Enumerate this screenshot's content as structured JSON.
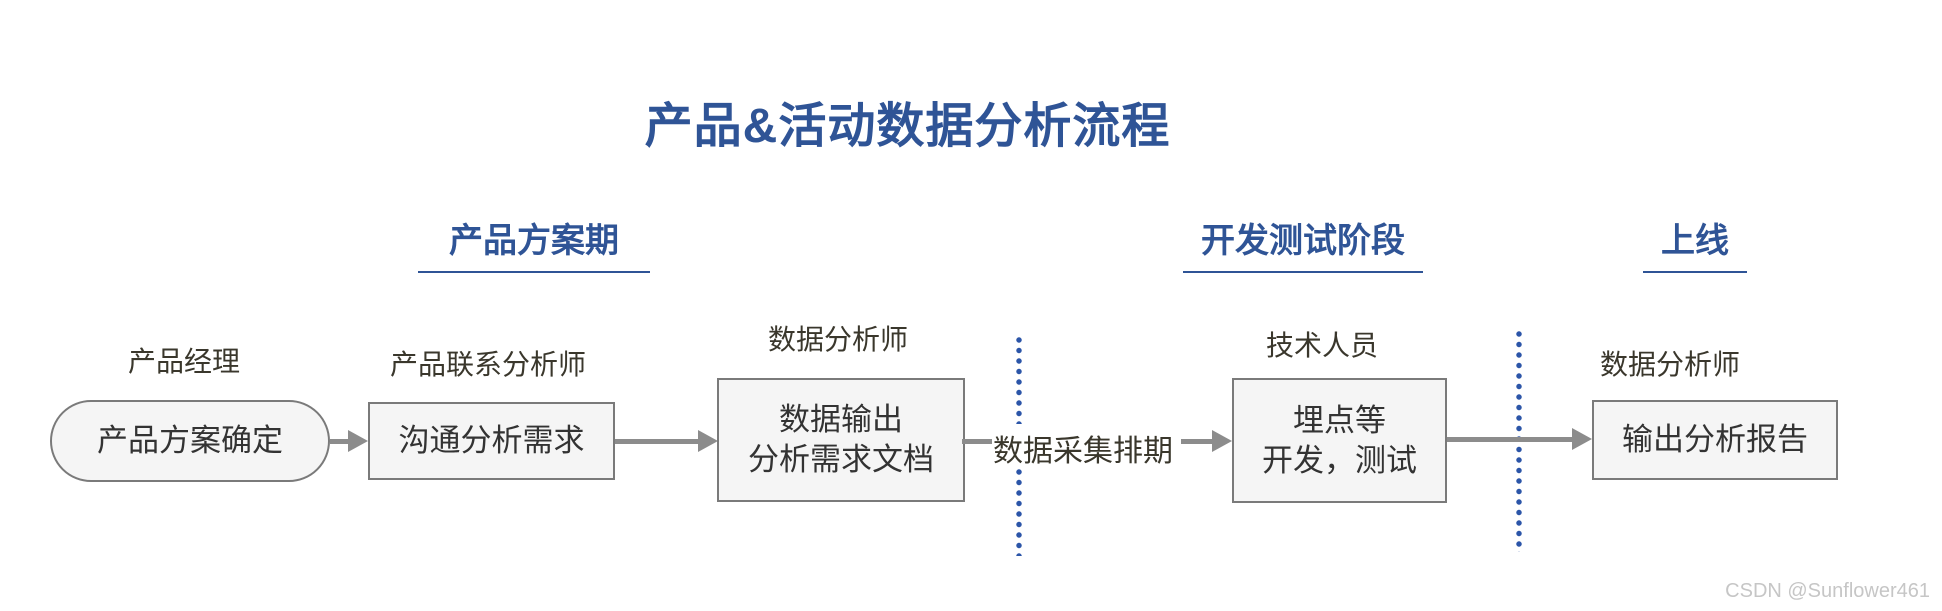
{
  "title": "产品&活动数据分析流程",
  "phases": [
    {
      "label": "产品方案期"
    },
    {
      "label": "开发测试阶段"
    },
    {
      "label": "上线"
    }
  ],
  "roles": [
    {
      "label": "产品经理"
    },
    {
      "label": "产品联系分析师"
    },
    {
      "label": "数据分析师"
    },
    {
      "label": "技术人员"
    },
    {
      "label": "数据分析师"
    }
  ],
  "flow": {
    "start": {
      "shape": "stadium",
      "label": "产品方案确定"
    },
    "step2": {
      "shape": "rectangle",
      "label": "沟通分析需求"
    },
    "step3": {
      "shape": "rectangle",
      "lines": [
        "数据输出",
        "分析需求文档"
      ]
    },
    "connector": {
      "label": "数据采集排期"
    },
    "step4": {
      "shape": "rectangle",
      "lines": [
        "埋点等",
        "开发，测试"
      ]
    },
    "step5": {
      "shape": "rectangle",
      "label": "输出分析报告"
    }
  },
  "watermark": "CSDN @Sunflower461",
  "colors": {
    "accent_blue": "#2F5496",
    "dotted_divider_blue": "#2B55A8",
    "node_fill": "#F5F5F5",
    "node_border": "#7A7A7A",
    "arrow_gray": "#8C8C8C",
    "node_text": "#333333",
    "role_text": "#3A372C",
    "watermark_gray": "#C6C6C6"
  }
}
